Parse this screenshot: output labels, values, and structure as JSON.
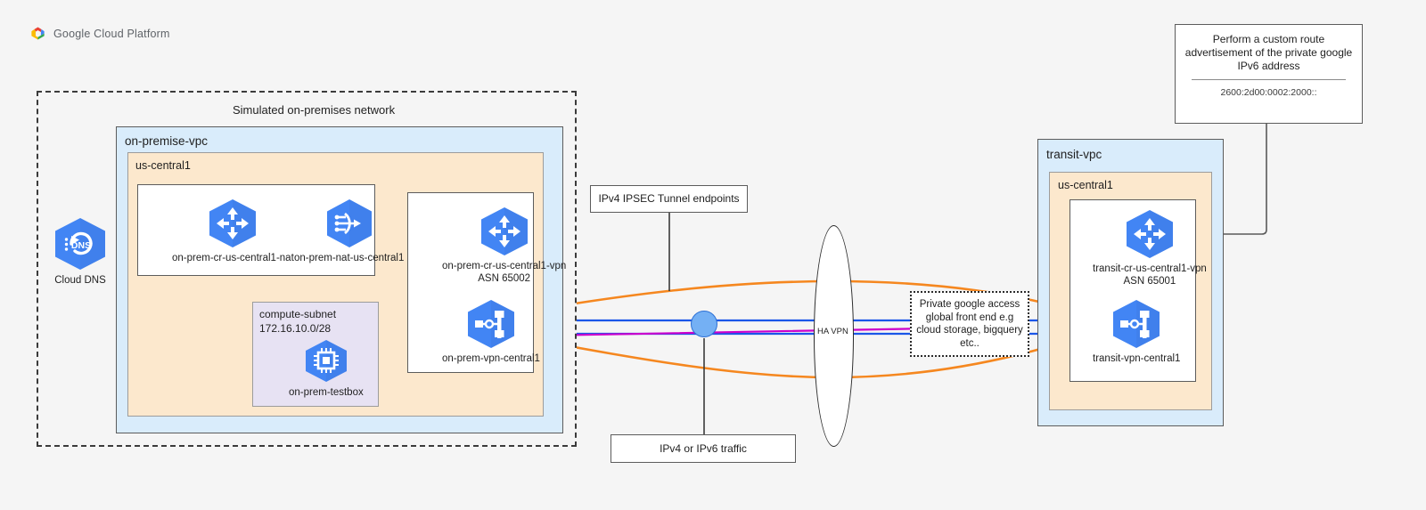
{
  "header": {
    "product": "Google Cloud Platform",
    "logo_icon": "google-cloud-logo"
  },
  "onprem": {
    "outer_title": "Simulated on-premises network",
    "vpc_title": "on-premise-vpc",
    "region_title": "us-central1",
    "dns": {
      "label": "Cloud DNS",
      "icon": "cloud-dns-icon",
      "badge": "DNS"
    },
    "router_nat": {
      "label": "on-prem-cr-us-central1-nat",
      "icon": "cloud-router-icon"
    },
    "nat": {
      "label": "on-prem-nat-us-central1",
      "icon": "cloud-nat-icon"
    },
    "router_vpn": {
      "label": "on-prem-cr-us-central1-vpn\nASN 65002",
      "icon": "cloud-router-icon"
    },
    "vpn_gw": {
      "label": "on-prem-vpn-central1",
      "icon": "vpn-gateway-icon"
    },
    "subnet": {
      "title": "compute-subnet\n172.16.10.0/28"
    },
    "testbox": {
      "label": "on-prem-testbox",
      "icon": "compute-engine-icon"
    }
  },
  "transit": {
    "vpc_title": "transit-vpc",
    "region_title": "us-central1",
    "router_vpn": {
      "label": "transit-cr-us-central1-vpn\nASN 65001",
      "icon": "cloud-router-icon"
    },
    "vpn_gw": {
      "label": "transit-vpn-central1",
      "icon": "vpn-gateway-icon"
    }
  },
  "annotations": {
    "custom_route": {
      "text": "Perform a custom route\nadvertisement of the private google\nIPv6 address",
      "address": "2600:2d00:0002:2000::"
    },
    "ipsec_endpoints": "IPv4 IPSEC Tunnel endpoints",
    "traffic": "IPv4 or IPv6 traffic",
    "private_access": "Private google access\nglobal front end e.g\ncloud storage, bigquery\netc..",
    "ha_vpn": "HA VPN"
  },
  "colors": {
    "vpc_fill": "#d9ecfb",
    "region_fill": "#fce8cd",
    "subnet_fill": "#e7e2f3",
    "icon_blue": "#4285f4",
    "tunnel_orange": "#f5871f",
    "bgp_blue": "#1a56e8",
    "traffic_magenta": "#cc00cc",
    "node_circle": "#74b0f4",
    "page_bg": "#f5f5f5"
  }
}
